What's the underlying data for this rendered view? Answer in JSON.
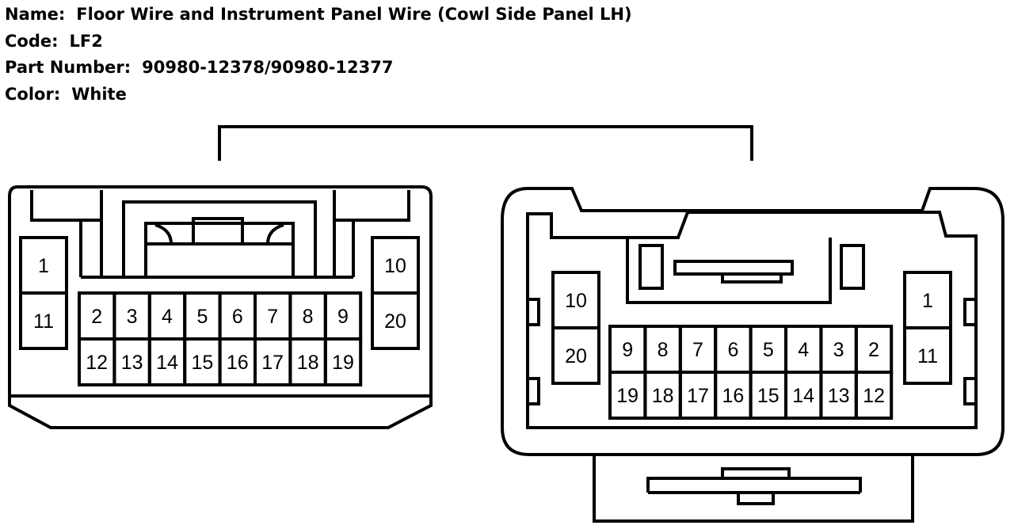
{
  "header": {
    "name_label": "Name:",
    "name_value": "Floor Wire and Instrument Panel Wire (Cowl Side Panel LH)",
    "code_label": "Code:",
    "code_value": "LF2",
    "part_label": "Part Number:",
    "part_value": "90980-12378/90980-12377",
    "color_label": "Color:",
    "color_value": "White"
  },
  "colors": {
    "line": "#000000",
    "background": "#ffffff"
  },
  "left_connector": {
    "outer_top": [
      "1",
      "10"
    ],
    "outer_bottom": [
      "11",
      "20"
    ],
    "top_row": [
      "2",
      "3",
      "4",
      "5",
      "6",
      "7",
      "8",
      "9"
    ],
    "bottom_row": [
      "12",
      "13",
      "14",
      "15",
      "16",
      "17",
      "18",
      "19"
    ]
  },
  "right_connector": {
    "outer_top": [
      "10",
      "1"
    ],
    "outer_bottom": [
      "20",
      "11"
    ],
    "top_row": [
      "9",
      "8",
      "7",
      "6",
      "5",
      "4",
      "3",
      "2"
    ],
    "bottom_row": [
      "19",
      "18",
      "17",
      "16",
      "15",
      "14",
      "13",
      "12"
    ]
  }
}
